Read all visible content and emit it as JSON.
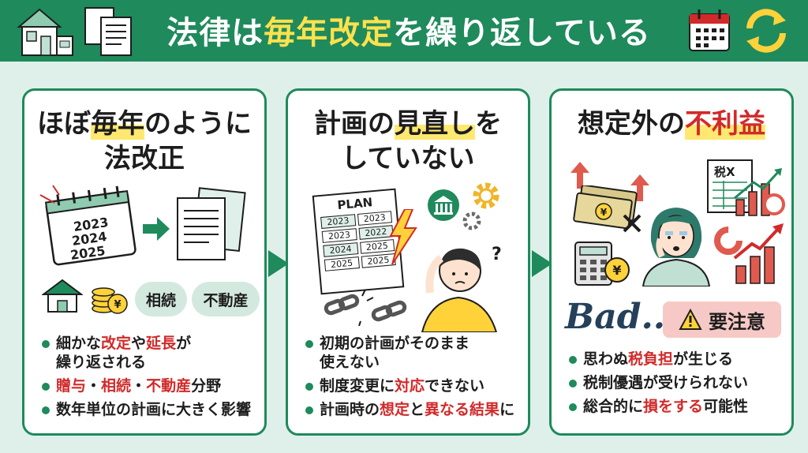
{
  "header": {
    "title_pre": "法律は",
    "title_hl": "毎年改定",
    "title_post": "を繰り返している"
  },
  "cards": [
    {
      "title_line1_hl": "毎年",
      "title_line1_pre": "ほぼ",
      "title_line1_post": "のように",
      "title_line2": "法改正",
      "calendar_years": [
        "2023",
        "2024",
        "2025"
      ],
      "tags": [
        "相続",
        "不動産"
      ],
      "bullets": [
        {
          "parts": [
            "細かな",
            "改定",
            "や",
            "延長",
            "が"
          ],
          "line2": "繰り返される"
        },
        {
          "parts": [
            "贈与",
            "・",
            "相続",
            "・",
            "不動産",
            "分野"
          ]
        },
        {
          "parts": [
            "数年単位の計画に大きく影響"
          ]
        }
      ]
    },
    {
      "title_line1_pre": "計画の",
      "title_line1_hl": "見直し",
      "title_line1_post": "を",
      "title_line2": "していない",
      "plan_label": "PLAN",
      "plan_cells": [
        "2023",
        "2023",
        "2023",
        "2022",
        "2024",
        "2025",
        "2025",
        "2025"
      ],
      "bullets": [
        {
          "parts": [
            "初期の計画がそのまま"
          ],
          "line2": "使えない"
        },
        {
          "parts": [
            "制度変更に",
            "対応",
            "できない"
          ]
        },
        {
          "parts": [
            "計画時の",
            "想定",
            "と",
            "異なる結果",
            "に"
          ]
        }
      ]
    },
    {
      "title_pre": "想定外の",
      "title_hl": "不利益",
      "tax_label": "税X",
      "bad_text": "Bad...",
      "caution_text": "要注意",
      "bullets": [
        {
          "parts": [
            "思わぬ",
            "税負担",
            "が生じる"
          ]
        },
        {
          "parts": [
            "税制優遇が受けられない"
          ]
        },
        {
          "parts": [
            "総合的に",
            "損をする",
            "可能性"
          ]
        }
      ]
    }
  ],
  "colors": {
    "brand_green": "#1f8a5c",
    "highlight_yellow": "#ffe14d",
    "accent_red": "#d12a2a"
  }
}
